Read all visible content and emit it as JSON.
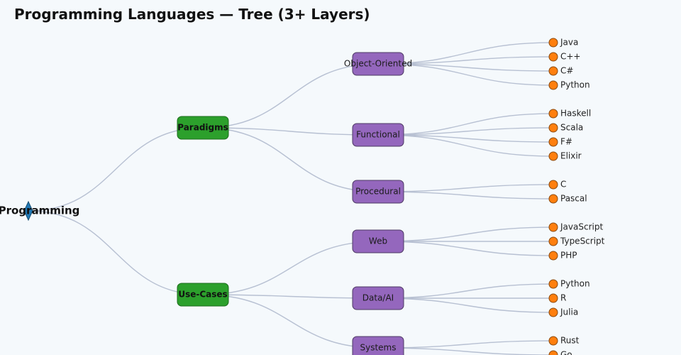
{
  "title": "Programming Languages — Tree (3+ Layers)",
  "colors": {
    "root": "#1f77b4",
    "level1": "#2ca02c",
    "level2": "#9467bd",
    "leaf": "#ff7f0e",
    "edge": "#b7c0d2",
    "background": "#f5f9fc"
  },
  "tree": {
    "label": "Programming",
    "children": [
      {
        "label": "Paradigms",
        "children": [
          {
            "label": "Object-Oriented",
            "children": [
              "Java",
              "C++",
              "C#",
              "Python"
            ]
          },
          {
            "label": "Functional",
            "children": [
              "Haskell",
              "Scala",
              "F#",
              "Elixir"
            ]
          },
          {
            "label": "Procedural",
            "children": [
              "C",
              "Pascal"
            ]
          }
        ]
      },
      {
        "label": "Use-Cases",
        "children": [
          {
            "label": "Web",
            "children": [
              "JavaScript",
              "TypeScript",
              "PHP"
            ]
          },
          {
            "label": "Data/AI",
            "children": [
              "Python",
              "R",
              "Julia"
            ]
          },
          {
            "label": "Systems",
            "children": [
              "Rust",
              "Go"
            ]
          }
        ]
      }
    ]
  }
}
